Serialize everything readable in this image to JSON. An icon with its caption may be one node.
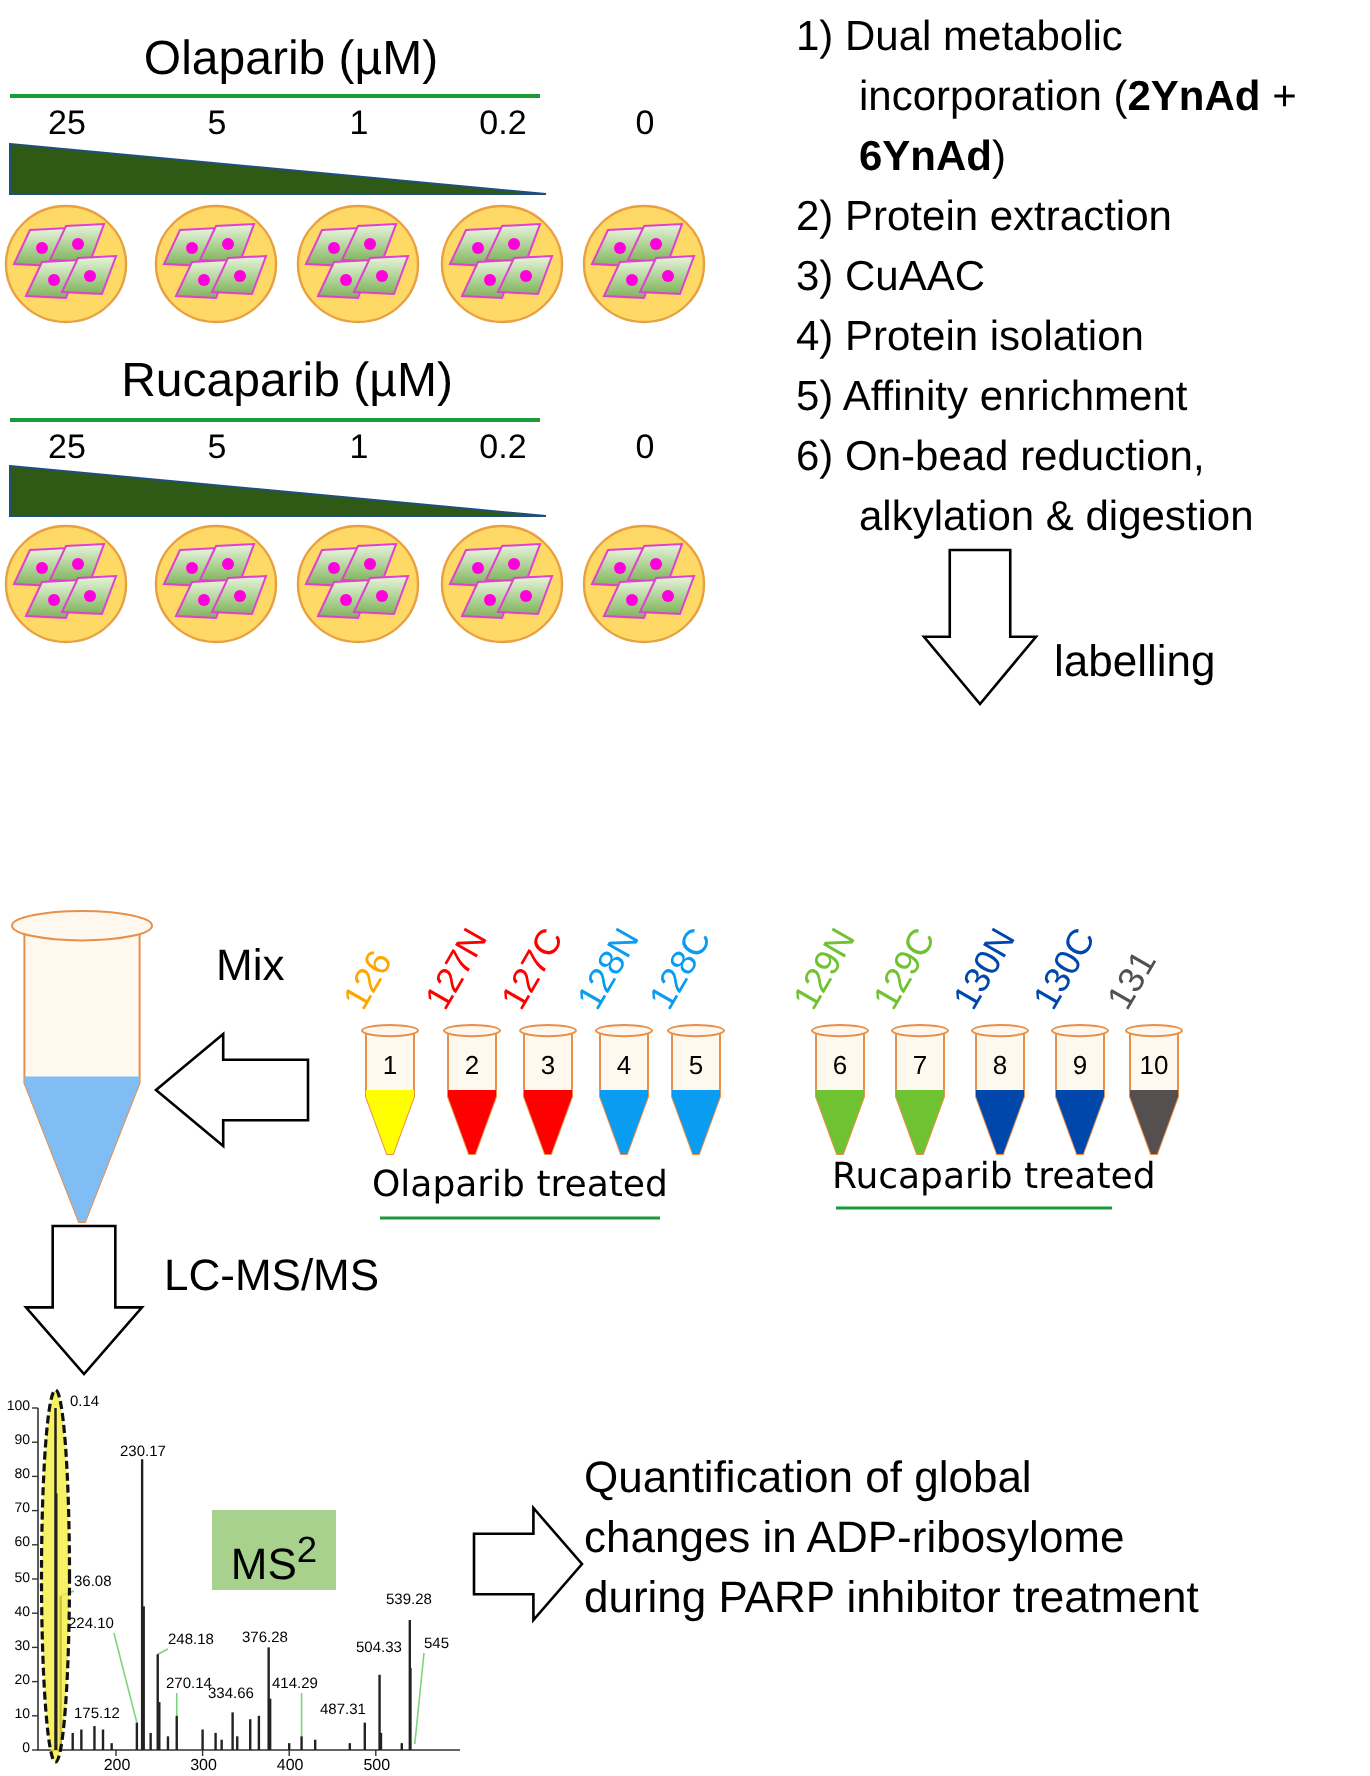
{
  "diagram": {
    "nodes": [
      {
        "text": [
          "1)  Dual metabolic incorporation (**2YnAd** + **6YnAd**)",
          "2) Protein extraction",
          "3) CuAAC",
          "4) Protein isolation",
          "5) Affinity enrichment",
          "6) On-bead reduction, alkylation & digestion"
        ]
      },
      {
        "text": [
          "1"
        ],
        "beside": [
          "126"
        ]
      },
      {
        "text": [
          "2"
        ],
        "beside": [
          "127N"
        ]
      },
      {
        "text": [
          "3"
        ],
        "beside": [
          "127C"
        ]
      },
      {
        "text": [
          "4"
        ],
        "beside": [
          "128N"
        ]
      },
      {
        "text": [
          "5"
        ],
        "beside": [
          "128C"
        ]
      },
      {
        "text": [
          "6"
        ],
        "beside": [
          "129N"
        ]
      },
      {
        "text": [
          "7"
        ],
        "beside": [
          "129C"
        ]
      },
      {
        "text": [
          "8"
        ],
        "beside": [
          "130N"
        ]
      },
      {
        "text": [
          "9"
        ],
        "beside": [
          "130C"
        ]
      },
      {
        "text": [
          "10"
        ],
        "beside": [
          "131"
        ]
      },
      {
        "text": [],
        "shape": "tube"
      },
      {
        "text": [],
        "shape": "picture"
      },
      {
        "text": [
          "MS$^{2}$"
        ],
        "in": 12
      },
      {
        "text": [
          "Quantification of global changes in ADP-ribosylome during PARP inhibitor treatment"
        ]
      },
      {
        "text": [
          "36.08"
        ],
        "in": 12
      },
      {
        "text": [
          "224.10"
        ],
        "in": 12
      },
      {
        "text": [
          "248.18"
        ],
        "in": 12
      },
      {
        "text": [
          "270.14"
        ],
        "in": 12
      },
      {
        "text": [
          "414.29"
        ],
        "in": 12
      },
      {
        "text": [
          "545"
        ],
        "in": 12
      }
    ],
    "edges": [
      {
        "from": 0,
        "to": null,
        "arrow": "to",
        "label": "labelling"
      },
      {
        "from": null,
        "to": 11,
        "arrow": "to",
        "label": "Mix"
      },
      {
        "from": 11,
        "to": 12,
        "arrow": "to",
        "label": "LC-MS/MS"
      },
      {
        "from": 12,
        "to": 14,
        "arrow": "to"
      },
      {
        "from": 15,
        "to": null,
        "arrow": "none",
        "color": "#7ed37e"
      },
      {
        "from": 16,
        "to": null,
        "arrow": "none",
        "color": "#7ed37e"
      },
      {
        "from": 17,
        "to": null,
        "arrow": "none",
        "color": "#7ed37e"
      },
      {
        "from": 18,
        "to": null,
        "arrow": "none",
        "color": "#7ed37e"
      },
      {
        "from": 19,
        "to": null,
        "arrow": "none",
        "color": "#7ed37e"
      },
      {
        "from": 20,
        "to": null,
        "arrow": "none",
        "color": "#7ed37e"
      }
    ],
    "labels": [
      "Olaparib (µM)",
      "25",
      "5",
      "1",
      "0.2",
      "0",
      "Rucaparib (µM)",
      "25",
      "5",
      "1",
      "0.2",
      "0",
      "Olaparib treated",
      "Rucaparib treated",
      "100",
      "90",
      "80",
      "70",
      "60",
      "50",
      "40",
      "30",
      "20",
      "10",
      "0",
      "200",
      "300",
      "400",
      "500",
      "0.14",
      "230.17",
      "175.12",
      "334.66",
      "376.28",
      "487.31",
      "504.33",
      "539.28"
    ]
  }
}
